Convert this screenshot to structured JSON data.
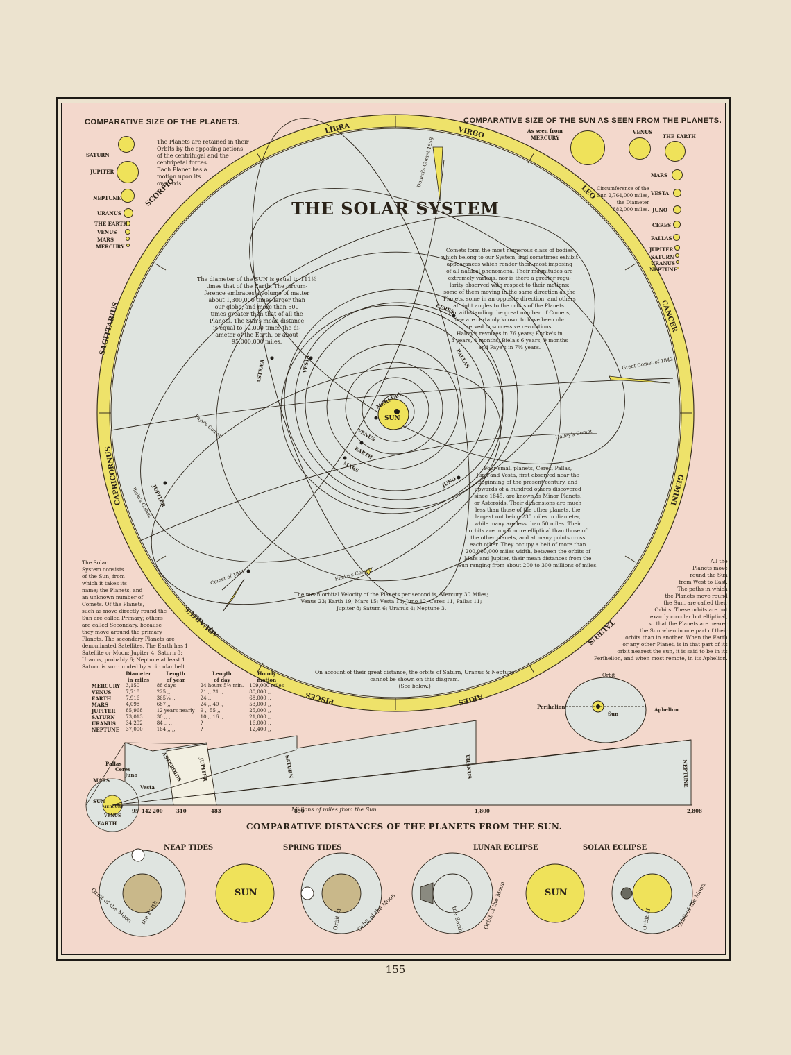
{
  "title": "THE SOLAR SYSTEM",
  "page_number": "155",
  "headings": {
    "left": "COMPARATIVE SIZE OF THE PLANETS.",
    "right": "COMPARATIVE SIZE OF THE SUN AS SEEN FROM THE PLANETS.",
    "distances": "COMPARATIVE DISTANCES OF THE PLANETS FROM THE SUN."
  },
  "size_planets": [
    "SATURN",
    "JUPITER",
    "NEPTUNE",
    "URANUS",
    "THE EARTH",
    "VENUS",
    "MARS",
    "MERCURY"
  ],
  "orbit_note": "The Planets are retained in their\nOrbits by the opposing actions\nof the centrifugal and the\ncentripetal forces.\nEach Planet has a\nmotion upon its\nown axis.",
  "sun_seen": {
    "mercury_label": "As seen from\nMERCURY",
    "venus": "VENUS",
    "earth": "THE EARTH",
    "circumference_note": "Circumference of the\nSun 2,764,000 miles,\nthe Diameter\n882,000 miles.",
    "small": [
      "MARS",
      "VESTA",
      "JUNO",
      "CERES",
      "PALLAS",
      "JUPITER",
      "SATURN",
      "URANUS",
      "NEPTUNE"
    ]
  },
  "zodiac": [
    "LIBRA",
    "VIRGO",
    "LEO",
    "CANCER",
    "GEMINI",
    "TAURUS",
    "ARIES",
    "PISCES",
    "AQUARIUS",
    "CAPRICORNUS",
    "SAGITTARIUS",
    "SCORPIO"
  ],
  "notes": {
    "sun_diameter": "The diameter of the SUN is equal to 111½\ntimes that of the Earth. The circum-\nference embraces a volume of matter\nabout 1,300,000 times larger than\nour globe, and more than 500\ntimes greater than that of all the\nPlanets. The Sun's mean distance\nis equal to 12,000 times the di-\nameter of the Earth, or about\n95,000,000 miles.",
    "comets": "Comets form the most numerous class of bodies\nwhich belong to our System, and sometimes exhibit\nappearances which render them most imposing\nof all natural phenomena. Their magnitudes are\nextremely various, nor is there a greater regu-\nlarity observed with respect to their motions;\nsome of them moving in the same direction as the\nPlanets, some in an opposite direction, and others\nat right angles to the orbits of the Planets.\nNotwithstanding the great number of Comets,\nfew are certainly known to have been ob-\nserved in successive revolutions.\nHalley's revolves in 76 years; Encke's in\n3 years, 4 months; Biela's 6 years, 9 months\nand Faye's in 7½ years.",
    "asteroids": "Four small planets, Ceres, Pallas,\nJuno and Vesta, first observed near the\nbeginning of the present century, and\nupwards of a hundred others discovered\nsince 1845, are known as Minor Planets,\nor Asteroids. Their dimensions are much\nless than those of the other planets, the\nlargest not being 230 miles in diameter,\nwhile many are less than 50 miles. Their\norbits are much more elliptical than those of\nthe other planets, and at many points cross\neach other. They occupy a belt of more than\n200,000,000 miles width, between the orbits of\nMars and Jupiter, their mean distances from the\nSun ranging from about 200 to 300 millions of miles.",
    "system": "The Solar\nSystem consists\nof the Sun, from\nwhich it takes its\nname; the Planets, and\nan unknown number of\nComets. Of the Planets,\nsuch as move directly round the\nSun are called Primary; others\nare called Secondary, because\nthey move around the primary\nPlanets. The secondary Planets are\ndenominated Satellites. The Earth has 1\nSatellite or Moon; Jupiter 4; Saturn 8;\nUranus, probably 6; Neptune at least 1.\nSaturn is surrounded by a circular belt.",
    "planets_move": "All the\nPlanets move\nround the Sun\nfrom West to East.\nThe paths in which\nthe Planets move round\nthe Sun, are called their\nOrbits. These orbits are not\nexactly circular but elliptical,\nso that the Planets are nearer\nthe Sun when in one part of their\norbits than in another. When the Earth\nor any other Planet, is in that part of its\norbit nearest the sun, it is said to be in its\nPerihelion, and when most remote, in its Aphelion.",
    "velocity": "The mean orbital Velocity of the Planets per second is, Mercury 30 Miles;\nVenus 23; Earth 19; Mars 15; Vesta 13; Juno 12, Ceres 11, Pallas 11;\nJupiter 8; Saturn 6; Uranus 4; Neptune 3.",
    "outer": "On account of their great distance, the orbits of Saturn, Uranus & Neptune\ncannot be shown on this diagram.\n(See below.)"
  },
  "orbit_labels": {
    "sun": "SUN",
    "mercury": "MERCURY",
    "venus": "VENUS",
    "earth": "EARTH",
    "mars": "MARS",
    "ceres": "CERES",
    "pallas": "PALLAS",
    "vesta": "VESTA",
    "astraea": "ASTRÆA",
    "juno": "JUNO",
    "jupiter": "JUPITER",
    "donati": "Donati's Comet 1858",
    "great1843": "Great Comet of 1843",
    "halley": "Halley's Comet",
    "faye": "Faye's Comet",
    "biela": "Biela's Comet",
    "c1811": "Comet of 1811",
    "encke": "Encke's Comet"
  },
  "table": {
    "headers": [
      "",
      "Diameter\nin miles",
      "Length\nof year",
      "Length\nof day",
      "Hourly\nmotion"
    ],
    "rows": [
      [
        "MERCURY",
        "3,150",
        "88 days",
        "24 hours 5½ min.",
        "109,000 miles"
      ],
      [
        "VENUS",
        "7,718",
        "225  ,,",
        "21  ,,  21  ,,",
        "80,000  ,,"
      ],
      [
        "EARTH",
        "7,916",
        "365¼ ,,",
        "24  ,,",
        "68,000  ,,"
      ],
      [
        "MARS",
        "4,098",
        "687  ,,",
        "24  ,,  40  ,,",
        "53,000  ,,"
      ],
      [
        "JUPITER",
        "85,968",
        "12 years nearly",
        "9  ,,  55  ,,",
        "25,000  ,,"
      ],
      [
        "SATURN",
        "73,013",
        "30  ,,  ,,",
        "10  ,,  16  ,,",
        "21,000  ,,"
      ],
      [
        "URANUS",
        "34,292",
        "84  ,,  ,,",
        "?",
        "16,000  ,,"
      ],
      [
        "NEPTUNE",
        "37,000",
        "164  ,,  ,,",
        "?",
        "12,400  ,,"
      ]
    ]
  },
  "orbit_diagram": {
    "orbit": "Orbit",
    "perihelion": "Perihelion",
    "sun": "Sun",
    "aphelion": "Aphelion"
  },
  "distance_chart": {
    "axis_label": "Millions of miles from the Sun",
    "ticks": [
      "95",
      "142",
      "200",
      "310",
      "483",
      "890",
      "1,800",
      "2,808"
    ],
    "bands": [
      "MARS",
      "Pallas",
      "Ceres",
      "Juno",
      "Vesta",
      "ASTEROIDS",
      "JUPITER",
      "SATURN",
      "URANUS",
      "NEPTUNE"
    ],
    "hub": [
      "SUN",
      "MERCURY",
      "VENUS",
      "EARTH"
    ]
  },
  "tides": {
    "neap": "NEAP TIDES",
    "spring": "SPRING TIDES",
    "lunar": "LUNAR ECLIPSE",
    "solar": "SOLAR ECLIPSE",
    "sun": "SUN",
    "orbit_moon": "Orbit of the Moon",
    "orbit_of": "Orbit of",
    "the_earth": "the Earth"
  },
  "colors": {
    "paper": "#ece3cf",
    "pink": "#f3d8cc",
    "sky": "#dfe3df",
    "yellow": "#efe25a",
    "ink": "#2a2218"
  }
}
